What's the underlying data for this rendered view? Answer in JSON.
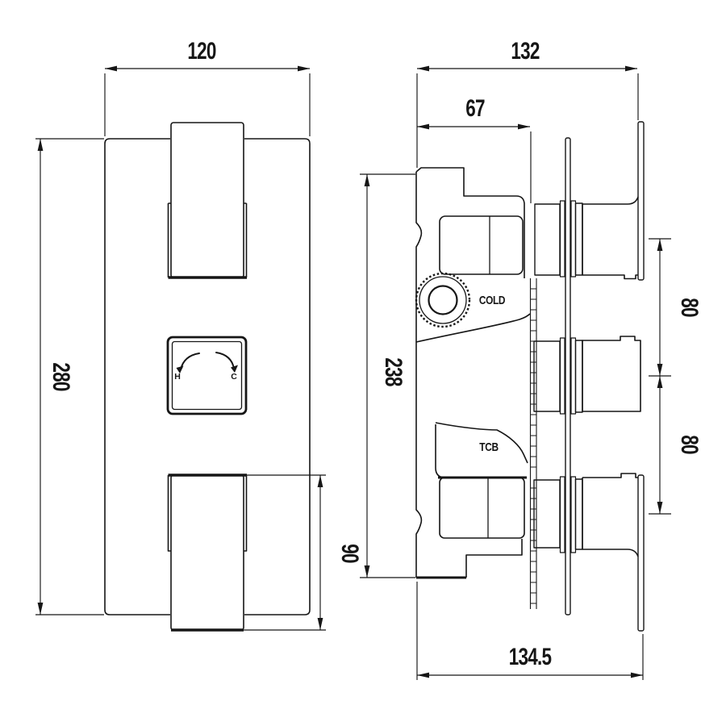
{
  "page": {
    "background": "#ffffff",
    "ink": "#161616"
  },
  "drawing": {
    "front_view": {
      "dim_width": "120",
      "dim_height": "280",
      "dim_handle_height": "90",
      "dial_hot": "H",
      "dial_cold": "C"
    },
    "side_view": {
      "dim_overall_width": "132",
      "dim_valve_depth": "67",
      "dim_body_height": "238",
      "dim_port_spacing_upper": "80",
      "dim_port_spacing_lower": "80",
      "dim_overall_depth": "134.5",
      "label_cold_inlet": "COLD",
      "label_body": "TCB"
    }
  }
}
